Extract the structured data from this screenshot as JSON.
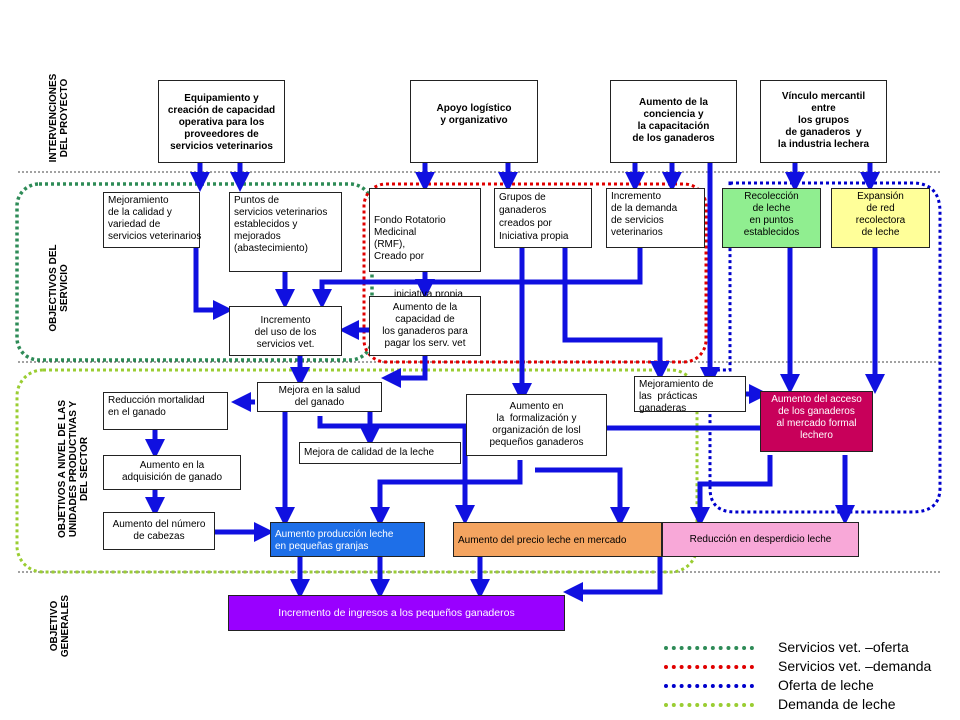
{
  "row_labels": {
    "interventions": "INTERVENCIONES\nDEL PROYECTO",
    "service_objectives": "OBJECTIVOS DEL\nSERVICIO",
    "unit_objectives": "OBJETIVOS A NIVEL DE LAS\nUNIDADES PRODUCTIVAS Y\nDEL SECTOR",
    "general_objectives": "OBJETIVO\nGENERALES"
  },
  "interventions": {
    "equipment": "Equipamiento y\ncreación de capacidad\noperativa para los\nproveedores de\nservicios veterinarios",
    "logistics": "Apoyo logístico\ny organizativo",
    "awareness": "Aumento de la\nconciencia y\nla capacitación\nde los ganaderos",
    "market_link": "Vínculo mercantil\nentre\nlos grupos\nde ganaderos  y\nla industria lechera"
  },
  "service": {
    "quality_variety": "Mejoramiento\nde la calidad y\nvariedad de\nservicios veterinarios",
    "service_points": "Puntos de\nservicios veterinarios\nestablecidos y\nmejorados\n(abastecimiento)",
    "rotating_fund": "Fondo Rotatorio\nMedicinal\n(RMF),\nCreado por",
    "rotating_fund_extra": "iniciativa propia\nde los grupos.",
    "farmer_groups": "Grupos de\nganaderos\ncreados por\nIniciativa propia",
    "demand_increase": "Incremento\nde la demanda\nde servicios\nveterinarios",
    "milk_collection": "Recolección\nde leche\nen puntos\nestablecidos",
    "network_expansion": "Expansión\nde red\nrecolectora\nde leche",
    "vet_use_increase": "Incremento\ndel uso de los\nservicios vet.",
    "payment_capacity": "Aumento de la\ncapacidad de\nlos ganaderos para\npagar los serv. vet"
  },
  "units": {
    "mortality": "Reducción mortalidad\nen el ganado",
    "health": "Mejora en la salud\ndel ganado",
    "acquisition": "Aumento en la\nadquisición de ganado",
    "milk_quality": "Mejora de calidad de la leche",
    "formalization": "Aumento en\nla  formalización y\norganización de losl\npequeños ganaderos",
    "practices": "Mejoramiento de\nlas  prácticas\nganaderas",
    "market_access": "Aumento del acceso\nde los ganaderos\nal mercado formal\nlechero",
    "herd_size": "Aumento del número\nde cabezas",
    "production": "Aumento producción leche\nen pequeñas granjas",
    "milk_price": "Aumento del precio leche en mercado",
    "waste": "Reducción en desperdicio leche"
  },
  "general": {
    "income": "Incremento de ingresos a los pequeños ganaderos"
  },
  "legend": [
    {
      "label": "Servicios vet. –oferta",
      "color": "#2e8b57"
    },
    {
      "label": "Servicios vet. –demanda",
      "color": "#e00000"
    },
    {
      "label": "Oferta de leche",
      "color": "#0000cc"
    },
    {
      "label": "Demanda de leche",
      "color": "#9acd32"
    }
  ],
  "colors": {
    "arrow": "#1010e0",
    "milk_collection_fill": "#90ee90",
    "network_fill": "#ffff99",
    "market_access_fill": "#c8005a",
    "production_fill": "#1e6fe8",
    "price_fill": "#f4a460",
    "waste_fill": "#f8a8d8",
    "income_fill": "#9900ff"
  }
}
